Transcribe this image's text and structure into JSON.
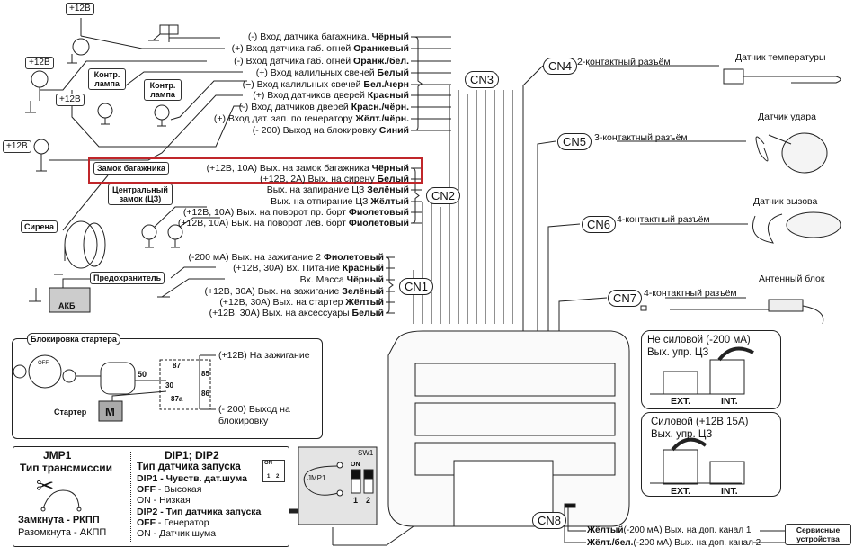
{
  "power_labels": {
    "p12v": "+12В"
  },
  "tags": {
    "kontr_lampa": "Контр. лампа",
    "trunk_lock": "Замок багажника",
    "central_lock": "Центральный замок (ЦЗ)",
    "siren": "Сирена",
    "fuse": "Предохранитель",
    "battery": "АКБ",
    "service": "Сервисные устройства"
  },
  "cn3": {
    "label": "CN3",
    "rows": [
      {
        "text": "(-) Вход датчика багажника. ",
        "color": "Чёрный"
      },
      {
        "text": "(+) Вход датчика габ. огней ",
        "color": "Оранжевый"
      },
      {
        "text": "(-) Вход датчика габ. огней ",
        "color": "Оранж./бел."
      },
      {
        "text": "(+) Вход калильных свечей ",
        "color": "Белый"
      },
      {
        "text": "(−) Вход калильных свечей ",
        "color": "Бел./черн"
      },
      {
        "text": "(+) Вход датчиков дверей ",
        "color": "Красный"
      },
      {
        "text": "(-) Вход датчиков дверей ",
        "color": "Красн./чёрн."
      },
      {
        "text": "(+) Вход дат. зап. по генератору ",
        "color": "Жёлт./чёрн."
      },
      {
        "text": "(- 200) Выход на блокировку ",
        "color": "Синий"
      }
    ]
  },
  "cn2": {
    "label": "CN2",
    "rows": [
      {
        "text": "(+12В, 10А) Вых. на замок багажника ",
        "color": "Чёрный"
      },
      {
        "text": "(+12В, 2А) Вых. на сирену ",
        "color": "Белый"
      },
      {
        "text": "Вых. на запирание ЦЗ ",
        "color": "Зелёный"
      },
      {
        "text": "Вых. на отпирание ЦЗ ",
        "color": "Жёлтый"
      },
      {
        "text": "(+12В, 10А) Вых. на поворот пр. борт ",
        "color": "Фиолетовый"
      },
      {
        "text": "(+12В, 10А) Вых. на поворот лев. борт ",
        "color": "Фиолетовый"
      }
    ]
  },
  "cn1": {
    "label": "CN1",
    "rows": [
      {
        "text": "(-200 мА) Вых. на зажигание 2 ",
        "color": "Фиолетовый"
      },
      {
        "text": "(+12В, 30А) Вх. Питание ",
        "color": "Красный"
      },
      {
        "text": "Вх. Масса ",
        "color": "Чёрный"
      },
      {
        "text": "(+12В, 30А) Вых. на зажигание ",
        "color": "Зелёный"
      },
      {
        "text": "(+12В, 30А) Вых. на стартер ",
        "color": "Жёлтый"
      },
      {
        "text": "(+12В, 30А) Вых. на аксессуары ",
        "color": "Белый"
      }
    ]
  },
  "right": {
    "cn4": {
      "label": "CN4",
      "desc": "2-контактный разъём",
      "device": "Датчик температуры"
    },
    "cn5": {
      "label": "CN5",
      "desc": "3-контактный разъём",
      "device": "Датчик удара"
    },
    "cn6": {
      "label": "CN6",
      "desc": "4-контактный разъём",
      "device": "Датчик вызова"
    },
    "cn7": {
      "label": "CN7",
      "desc": "4-контактный разъём",
      "device": "Антенный блок"
    }
  },
  "cn8": {
    "label": "CN8",
    "rows": [
      {
        "color": "Жёлтый",
        "text": "(-200 мА) Вых. на доп. канал 1"
      },
      {
        "color": "Жёлт./бел.",
        "text": "(-200 мА) Вых. на доп. канал 2"
      }
    ]
  },
  "starter_block": {
    "title": "Блокировка стартера",
    "ignition": "(+12В) На зажигание",
    "block_out1": "(- 200) Выход на",
    "block_out2": "блокировку",
    "starter": "Стартер",
    "motor": "M",
    "wire50": "50",
    "pins": [
      "87",
      "30",
      "87a",
      "85",
      "86"
    ],
    "key_off": "OFF"
  },
  "jmp": {
    "title": "JMP1",
    "subtitle": "Тип трансмиссии",
    "closed_k": "Замкнута - ",
    "closed_v": "РКПП",
    "open": "Разомкнута - АКПП"
  },
  "dip": {
    "title": "DIP1; DIP2",
    "subtitle": "Тип датчика запуска",
    "dip1": "DIP1 - Чувств. дат.шума",
    "dip1_off_k": "OFF",
    "dip1_off_v": " - Высокая",
    "dip1_on": "ON - Низкая",
    "dip2": "DIP2 - Тип датчика запуска",
    "dip2_off_k": "OFF",
    "dip2_off_v": " - Генератор",
    "dip2_on": "ON - Датчик шума",
    "on": "ON",
    "n1": "1",
    "n2": "2"
  },
  "sw_panel": {
    "sw": "SW1",
    "on": "ON",
    "jmp": "JMP1",
    "n1": "1",
    "n2": "2"
  },
  "cz": {
    "low_title": "Не силовой (-200 мА)",
    "low_sub": "Вых. упр. ЦЗ",
    "high_title": "Силовой (+12В 15А)",
    "high_sub": "Вых. упр. ЦЗ",
    "ext": "EXT.",
    "int": "INT."
  },
  "colors": {
    "highlight": "#c0262a",
    "panel": "#e4e4e4"
  }
}
